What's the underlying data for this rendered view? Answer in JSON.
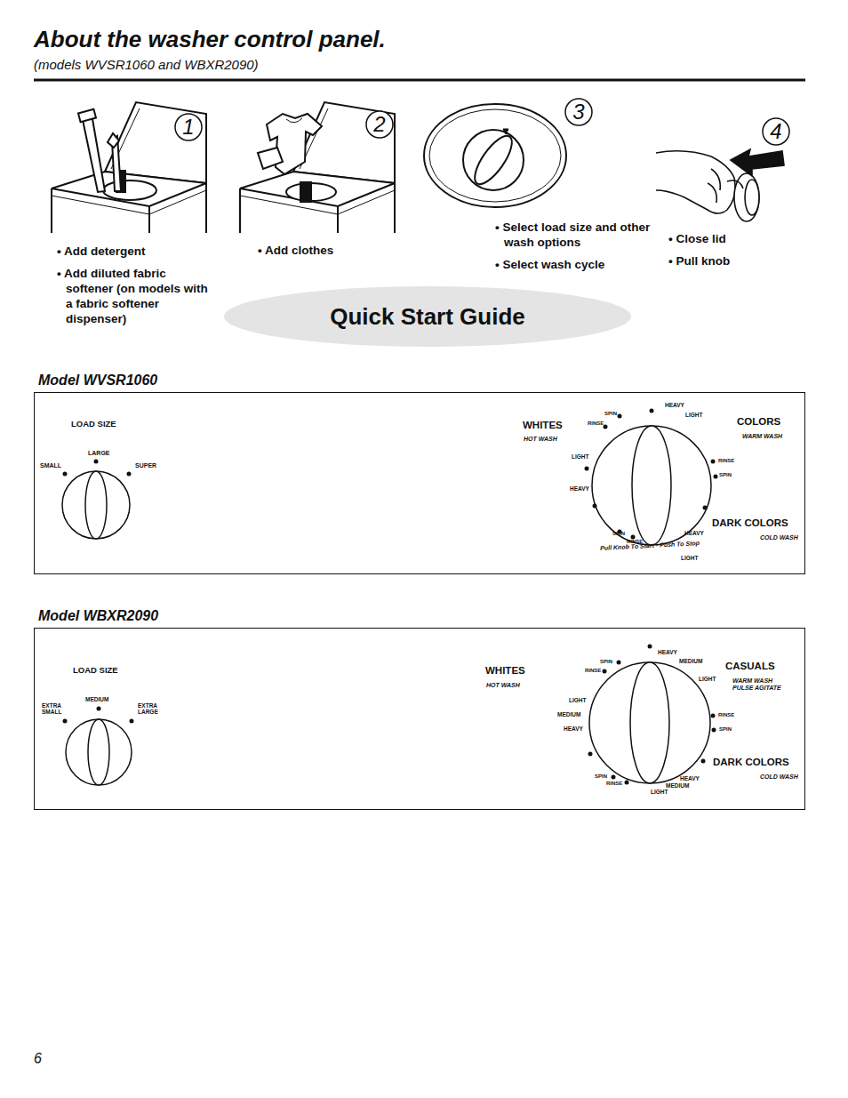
{
  "diagram": {
    "title": "About the washer control panel.",
    "nodes": [
      {
        "text": [
          "Quick Start Guide"
        ]
      },
      {
        "text": [
          "Model WVSR1060"
        ]
      },
      {
        "text": [
          "Model WBXR2090"
        ]
      }
    ],
    "labels": [
      "(models WVSR1060 and WBXR2090)",
      "1",
      "2",
      "3",
      "4",
      "• Add detergent",
      "• Add diluted fabric softener (on models with a fabric softener dispenser)",
      "• Add clothes",
      "• Select load size and other wash options",
      "• Select wash cycle",
      "• Close lid",
      "• Pull knob",
      "LOAD SIZE",
      "SMALL",
      "LARGE",
      "SUPER",
      "WHITES",
      "HOT WASH",
      "SPIN",
      "RINSE",
      "HEAVY",
      "LIGHT",
      "COLORS",
      "WARM WASH",
      "LIGHT",
      "RINSE",
      "SPIN",
      "HEAVY",
      "DARK COLORS",
      "COLD WASH",
      "HEAVY",
      "SPIN",
      "RINSE",
      "Pull Knob To Start - Push To Stop",
      "LIGHT",
      "LOAD SIZE",
      "EXTRA SMALL",
      "MEDIUM",
      "EXTRA LARGE",
      "WHITES",
      "HOT WASH",
      "SPIN",
      "RINSE",
      "HEAVY",
      "MEDIUM",
      "LIGHT",
      "CASUALS",
      "WARM WASH PULSE AGITATE",
      "LIGHT",
      "MEDIUM",
      "HEAVY",
      "RINSE",
      "SPIN",
      "DARK COLORS",
      "COLD WASH",
      "SPIN",
      "RINSE",
      "HEAVY",
      "MEDIUM",
      "LIGHT",
      "6"
    ]
  }
}
